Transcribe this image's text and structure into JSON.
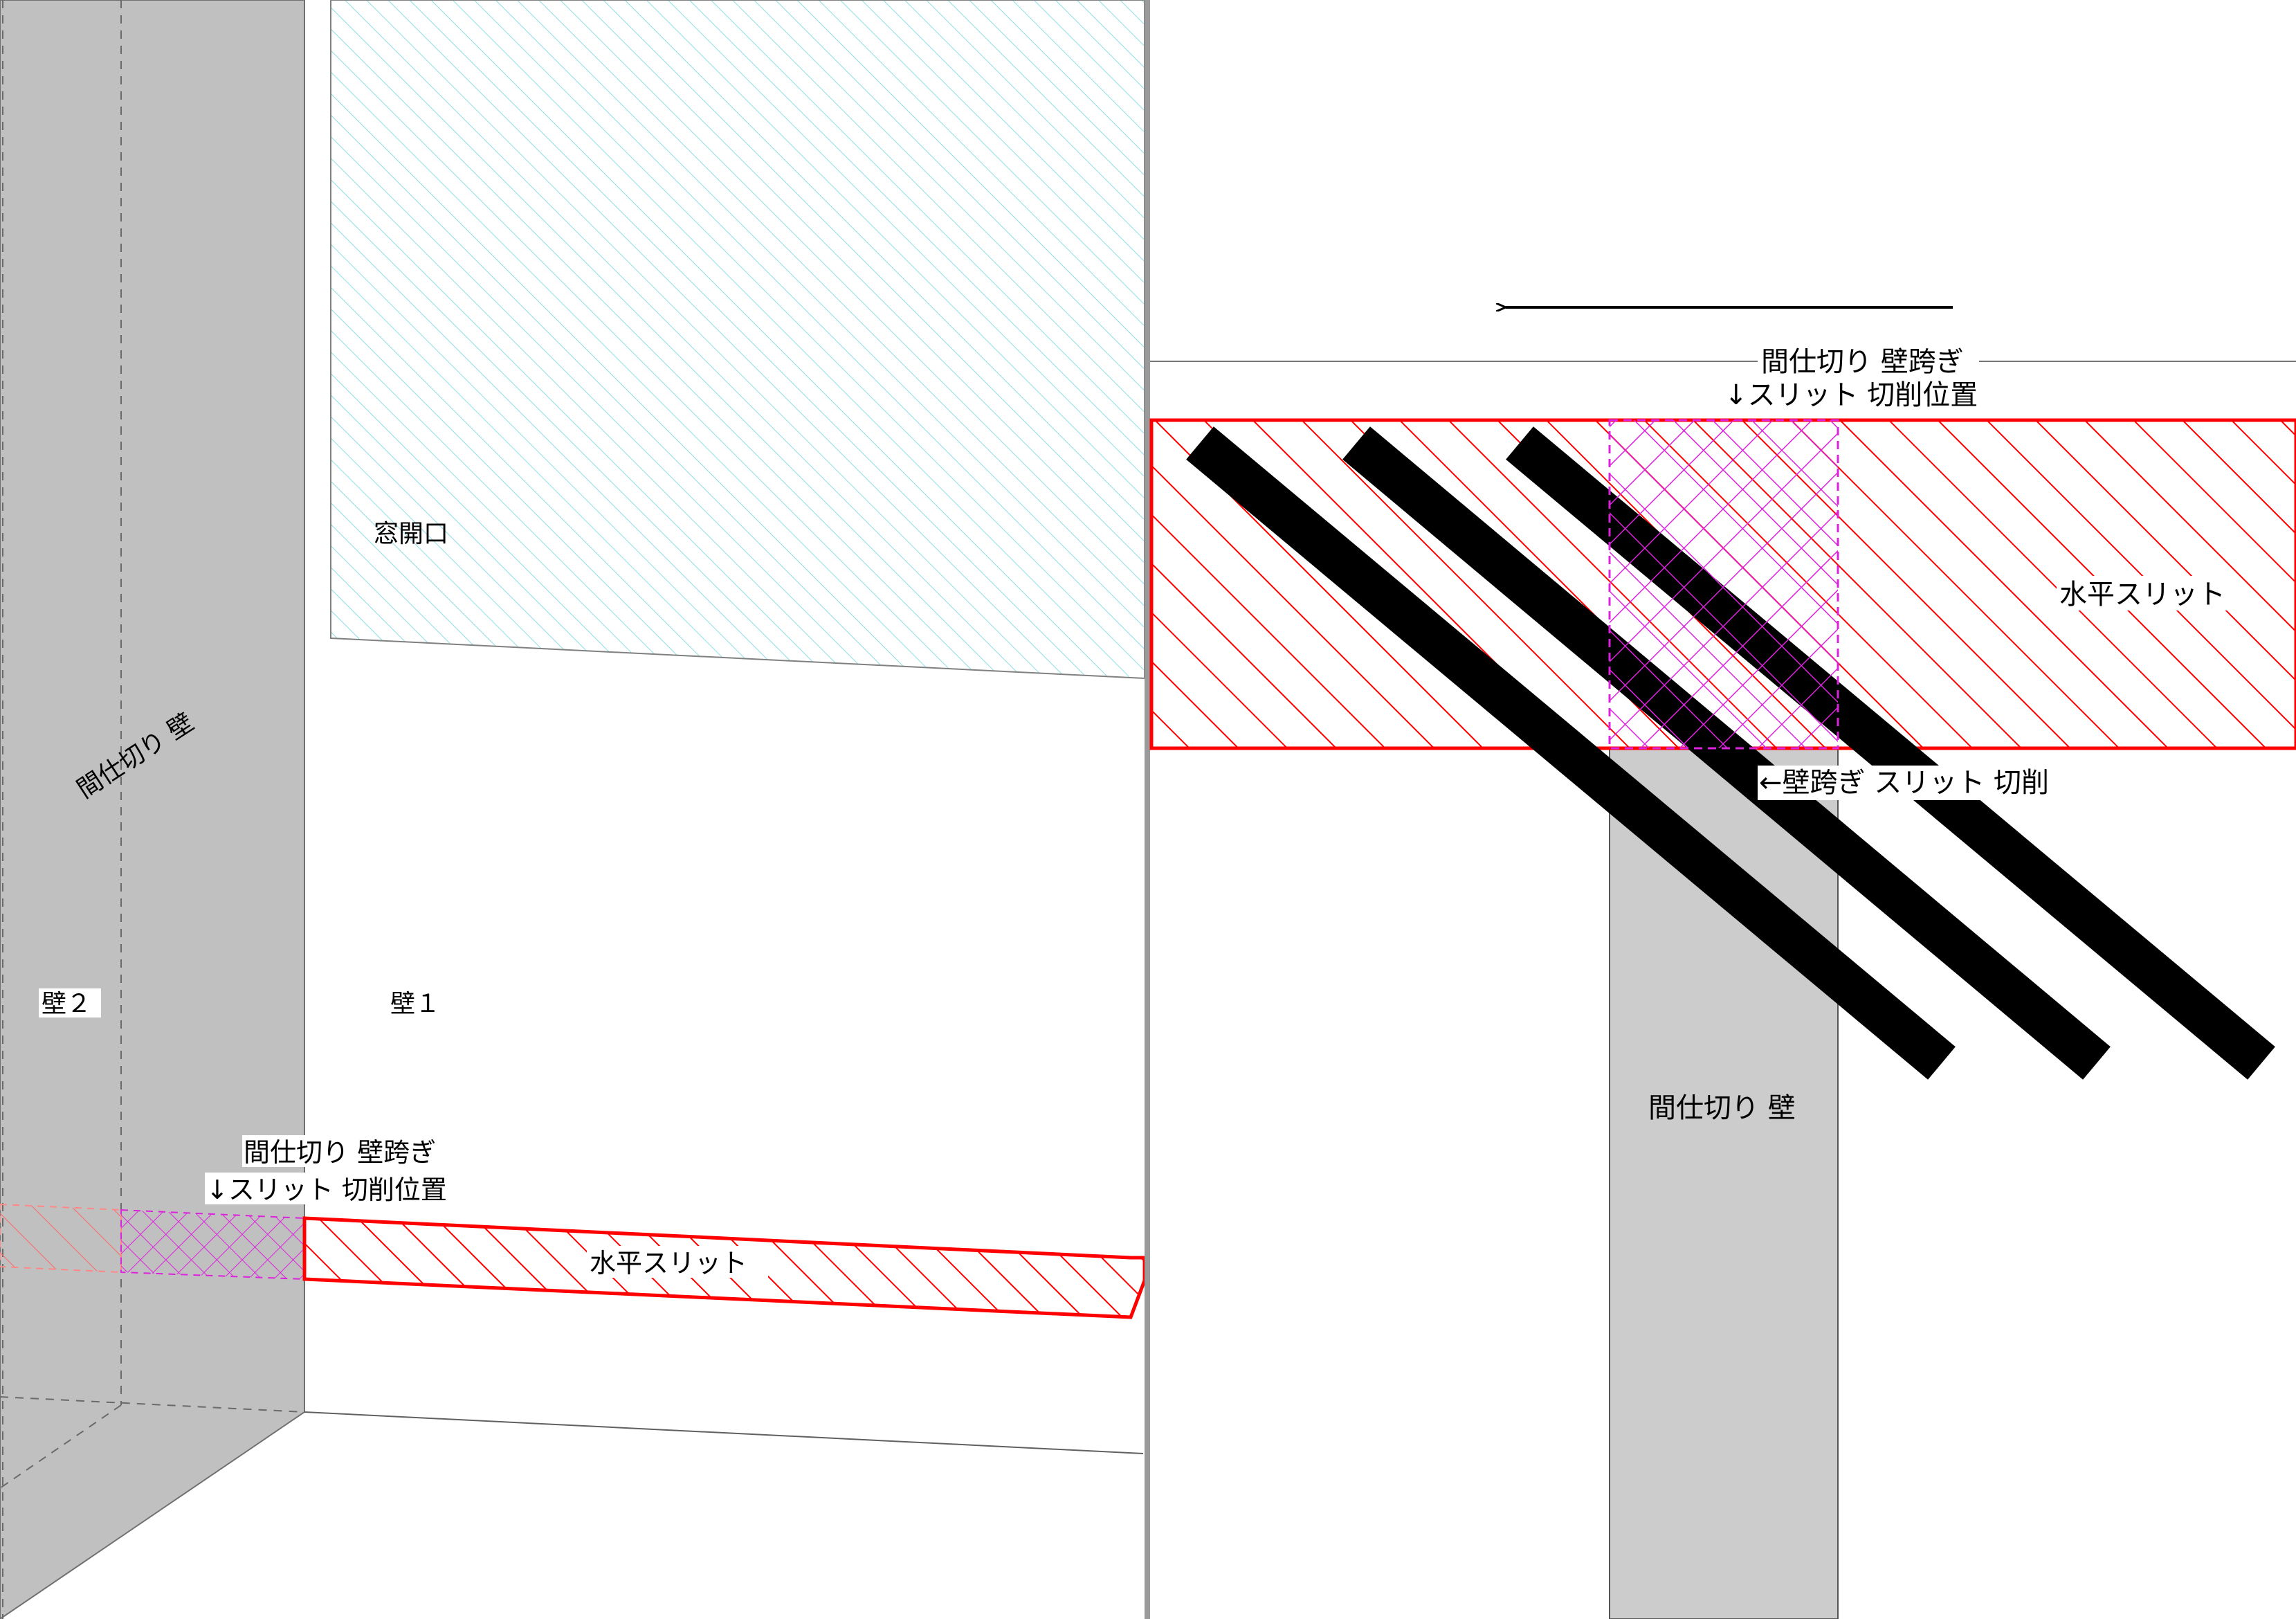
{
  "left_view": {
    "partition_label": "間仕切り 壁",
    "window_label": "窓開口",
    "wall2_label": "壁２",
    "wall1_label": "壁１",
    "cut_line1": "間仕切り 壁跨ぎ",
    "cut_line2": "↓スリット 切削位置",
    "slit_label": "水平スリット"
  },
  "right_view": {
    "cut_line1": "間仕切り 壁跨ぎ",
    "cut_line2": "↓スリット 切削位置",
    "slit_label": "水平スリット",
    "cut_note": "←壁跨ぎ スリット 切削",
    "partition_label": "間仕切り 壁"
  },
  "colors": {
    "slit_red": "#ff0000",
    "crosshatch_magenta": "#dd22dd",
    "window_cyan": "#6fd6dc",
    "partition_gray": "#c0c0c0",
    "partition_gray_right": "#cccccc"
  }
}
